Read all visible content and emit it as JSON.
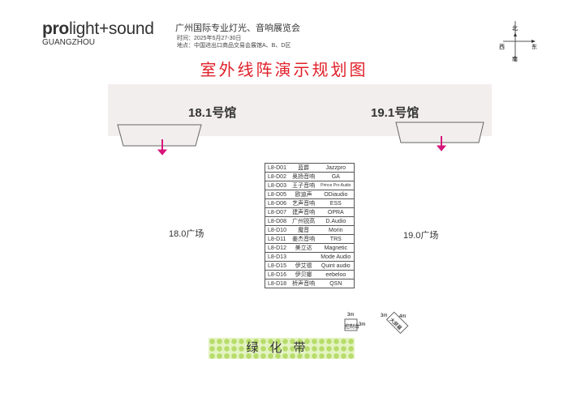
{
  "header": {
    "logo_bold": "pro",
    "logo_rest": "light+sound",
    "logo_city": "GUANGZHOU",
    "exhibition": "广州国际专业灯光、音响展览会",
    "time": "时间：2025年5月27-30日",
    "place": "地点：中国进出口商品交易会展馆A、B、D区"
  },
  "title": "室外线阵演示规划图",
  "compass": {
    "north": "北",
    "south": "南",
    "east": "东",
    "west": "西"
  },
  "halls": {
    "left": "18.1号馆",
    "right": "19.1号馆"
  },
  "plazas": {
    "left": "18.0广场",
    "right": "19.0广场"
  },
  "exhibitors": [
    [
      "L8-D01",
      "蓝爵",
      "Jazzpro"
    ],
    [
      "L8-D02",
      "奥扬音响",
      "GA"
    ],
    [
      "L8-D03",
      "王子音响",
      "Prince Pro Audio"
    ],
    [
      "L8-D05",
      "欧迪声",
      "ODiaudio"
    ],
    [
      "L8-D06",
      "艺声音响",
      "ESS"
    ],
    [
      "L8-D07",
      "建声音响",
      "OPRA"
    ],
    [
      "L8-D08",
      "广州锐高",
      "D.Audio"
    ],
    [
      "L8-D10",
      "魔音",
      "Morin"
    ],
    [
      "L8-D11",
      "姜杰音响",
      "TRS"
    ],
    [
      "L8-D12",
      "美立达",
      "Magnetic"
    ],
    [
      "L8-D13",
      "",
      "Mode Audio"
    ],
    [
      "L8-D15",
      "伊艾德",
      "Quint audio"
    ],
    [
      "L8-D16",
      "伊贝娜",
      "eebeloo"
    ],
    [
      "L8-D18",
      "桥声音响",
      "QSN"
    ]
  ],
  "control": {
    "label": "控制台",
    "w": "3m",
    "h": "3m"
  },
  "screen": {
    "label": "大屏幕",
    "w": "3m",
    "h": "4m"
  },
  "greenbelt": "绿化带",
  "colors": {
    "title": "#e0202a",
    "arrow": "#d6157a",
    "band": "#f3eeee",
    "green": "#b7dc6a"
  }
}
